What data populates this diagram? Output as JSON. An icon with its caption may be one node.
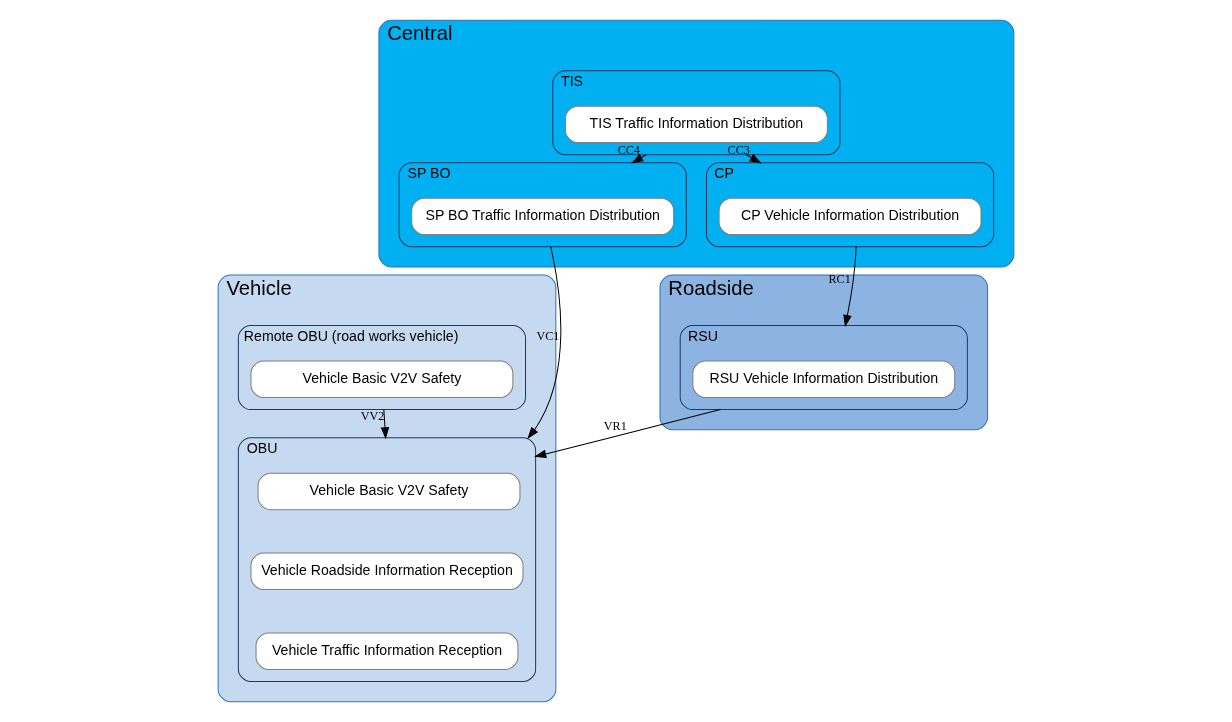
{
  "diagram": {
    "nodes": [
      {
        "text": [
          "Central"
        ]
      },
      {
        "text": [
          "SP BO"
        ],
        "in": 0
      },
      {
        "text": [
          "SP BO Traffic Information Distribution"
        ],
        "in": 1
      },
      {
        "text": [
          "TIS"
        ],
        "in": 0
      },
      {
        "text": [
          "TIS Traffic Information Distribution"
        ],
        "in": 3
      },
      {
        "text": [
          "CP"
        ],
        "in": 0
      },
      {
        "text": [
          "CP Vehicle Information Distribution"
        ],
        "in": 5
      },
      {
        "text": [
          "Roadside"
        ]
      },
      {
        "text": [
          "RSU"
        ],
        "in": 7
      },
      {
        "text": [
          "RSU Vehicle Information Distribution"
        ],
        "in": 8
      },
      {
        "text": [
          "Vehicle"
        ]
      },
      {
        "text": [
          "OBU"
        ],
        "in": 10
      },
      {
        "text": [
          "Vehicle Basic V2V Safety"
        ],
        "in": 11
      },
      {
        "text": [
          "Vehicle Roadside Information Reception"
        ],
        "in": 11
      },
      {
        "text": [
          "Vehicle Traffic Information Reception"
        ],
        "in": 11
      },
      {
        "text": [
          "Remote OBU (road works vehicle)"
        ],
        "in": 10
      },
      {
        "text": [
          "Vehicle Basic V2V Safety"
        ],
        "in": 15
      }
    ],
    "edges": [
      {
        "from": 3,
        "to": 1,
        "arrow": "to",
        "label": "CC4"
      },
      {
        "from": 3,
        "to": 5,
        "arrow": "to",
        "label": "CC3"
      },
      {
        "from": 5,
        "to": 8,
        "arrow": "to",
        "label": "RC1"
      },
      {
        "from": 1,
        "to": 11,
        "arrow": "to",
        "label": "VC1"
      },
      {
        "from": 8,
        "to": 11,
        "arrow": "to",
        "label": "VR1"
      },
      {
        "from": 15,
        "to": 11,
        "arrow": "to",
        "label": "VV2"
      }
    ]
  }
}
